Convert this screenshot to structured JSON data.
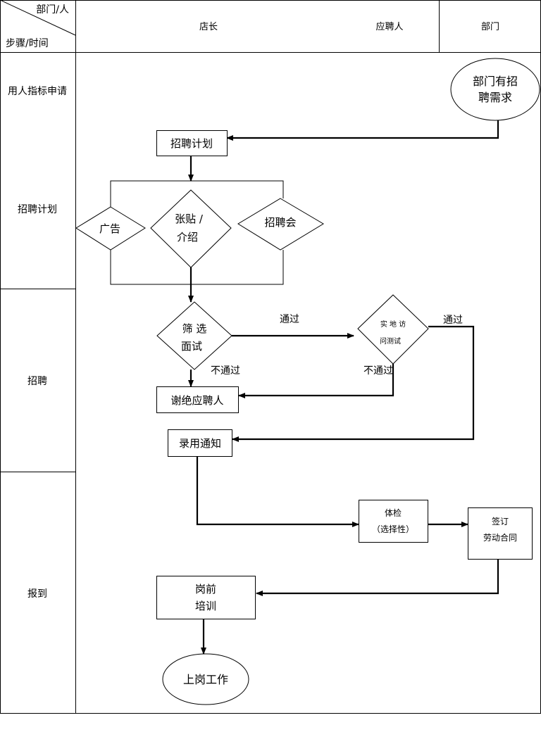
{
  "header": {
    "corner_top": "部门/人",
    "corner_bottom": "步骤/时间",
    "col_store_manager": "店长",
    "col_applicant": "应聘人",
    "col_department": "部门"
  },
  "rows": {
    "row1": "用人指标申请",
    "row2": "招聘计划",
    "row3": "招聘",
    "row4": "报到"
  },
  "nodes": {
    "dept_need_line1": "部门有招",
    "dept_need_line2": "聘需求",
    "recruit_plan": "招聘计划",
    "advert": "广告",
    "post_line1": "张贴 /",
    "post_line2": "介绍",
    "job_fair": "招聘会",
    "screen_line1": "筛  选",
    "screen_line2": "面试",
    "field_line1": "实  地  访",
    "field_line2": "问测试",
    "reject": "谢绝应聘人",
    "offer": "录用通知",
    "medical_line1": "体检",
    "medical_line2": "（选择性）",
    "contract_line1": "签订",
    "contract_line2": "劳动合同",
    "training_line1": "岗前",
    "training_line2": "培训",
    "onboard": "上岗工作"
  },
  "edge_labels": {
    "pass_1": "通过",
    "pass_2": "通过",
    "fail_1": "不通过",
    "fail_2": "不通过"
  }
}
